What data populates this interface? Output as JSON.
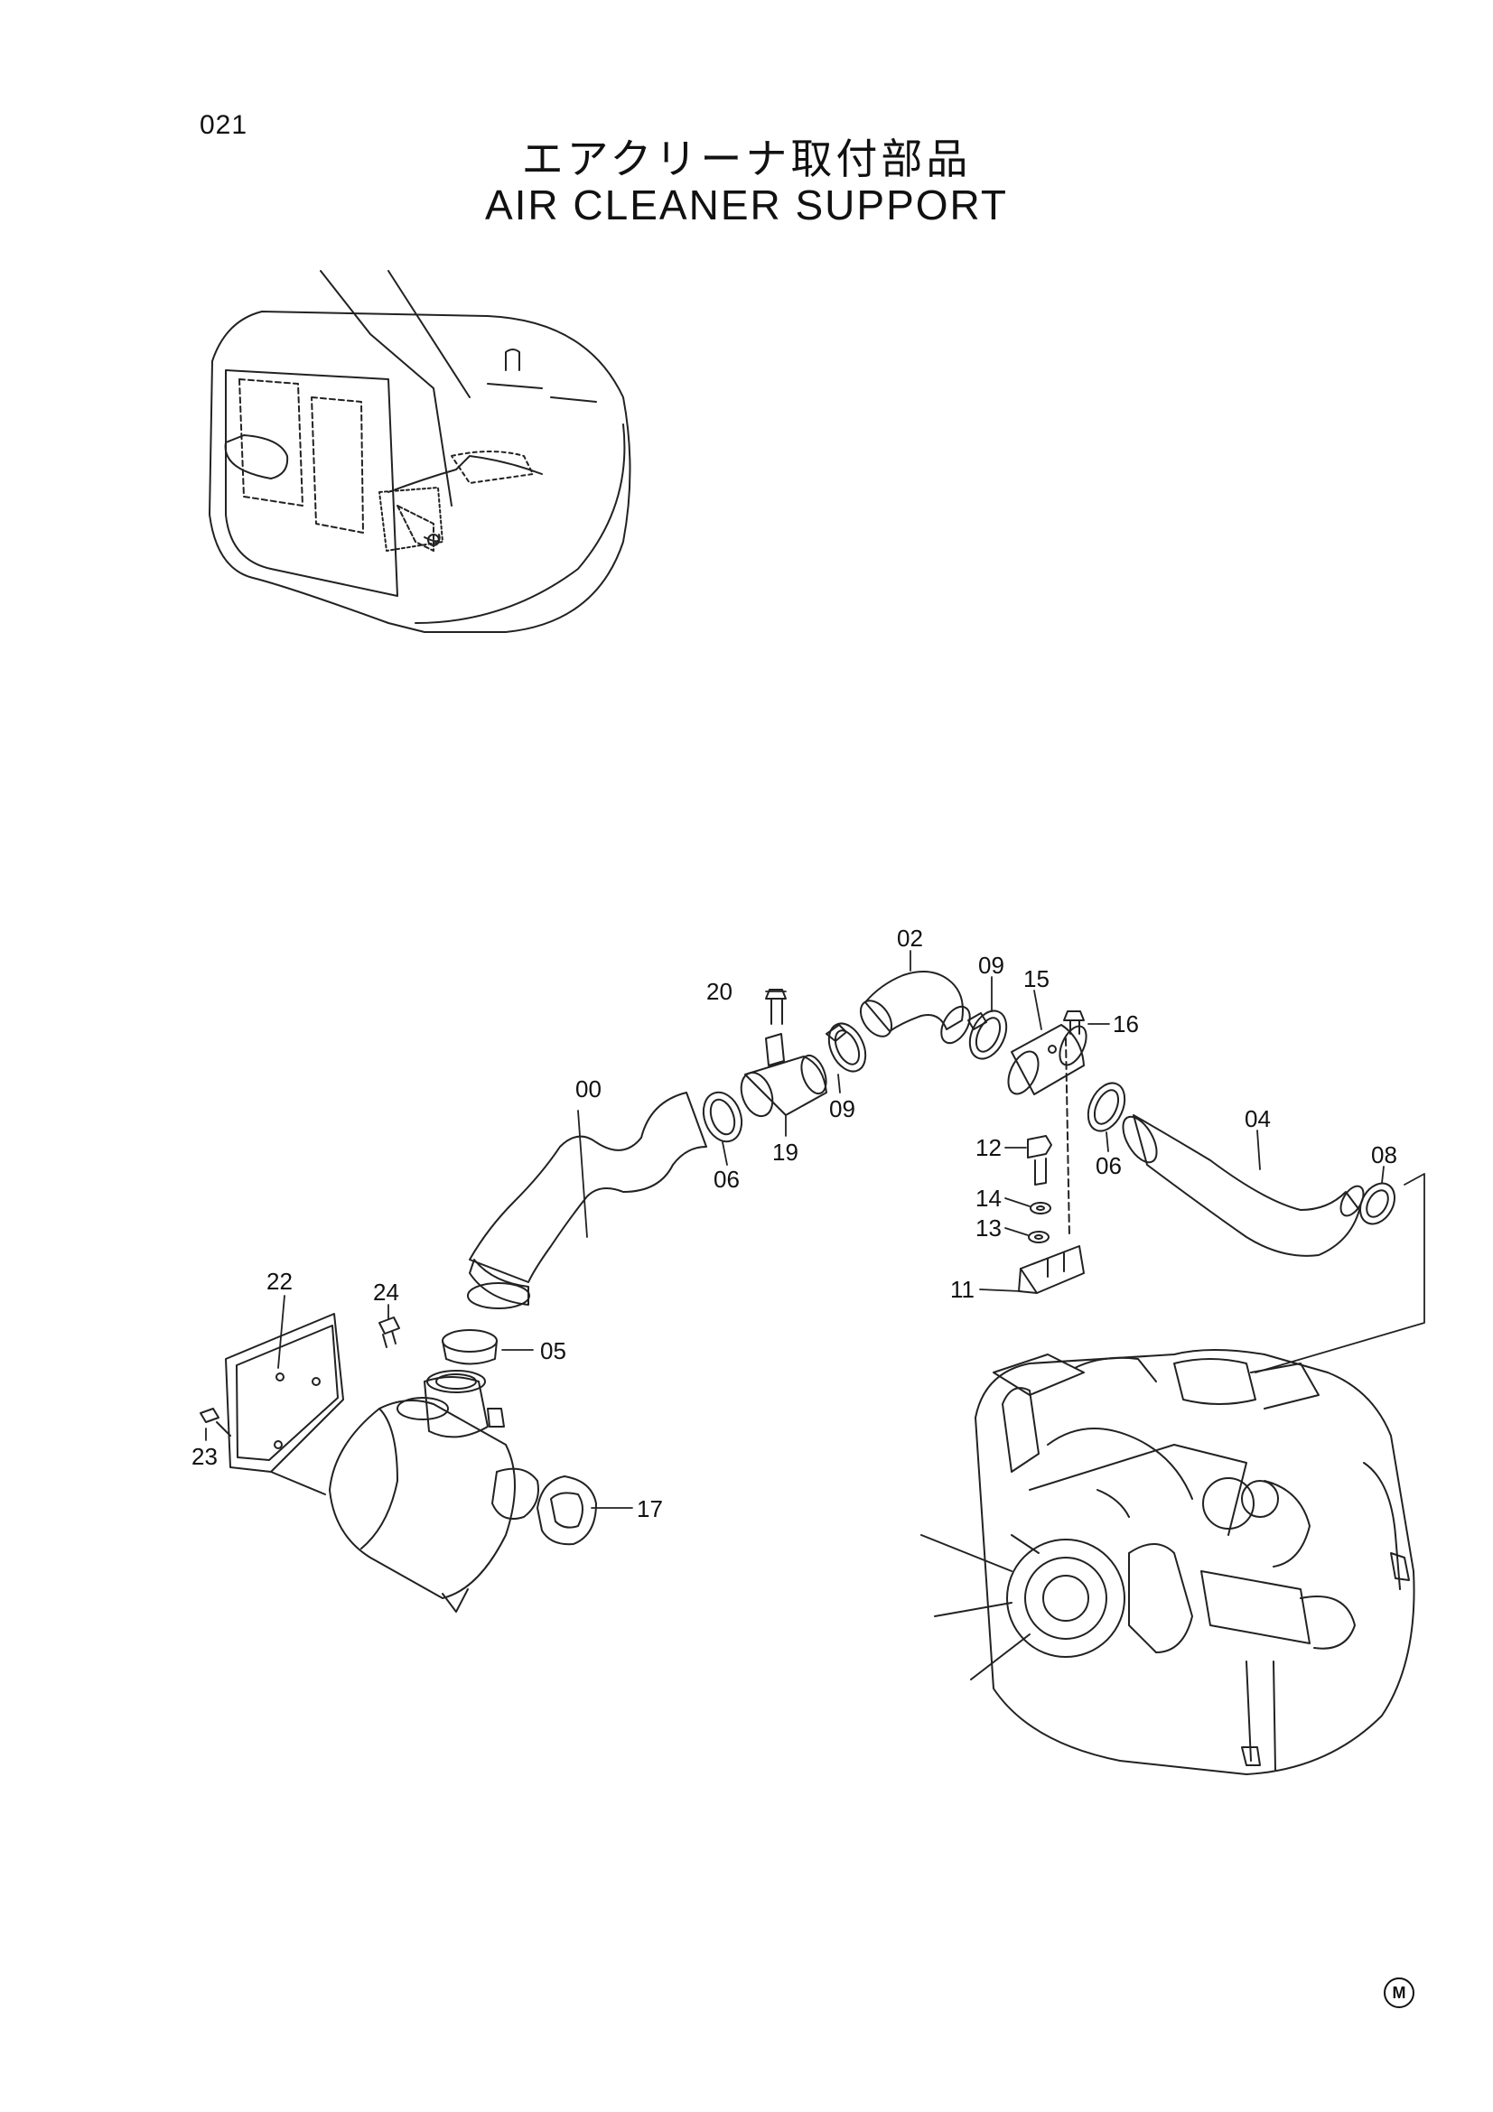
{
  "page_code": "021",
  "title_jp": "エアクリーナ取付部品",
  "title_en": "AIR CLEANER SUPPORT",
  "callouts": [
    "00",
    "02",
    "04",
    "05",
    "06",
    "06",
    "08",
    "09",
    "09",
    "11",
    "12",
    "13",
    "14",
    "15",
    "16",
    "17",
    "19",
    "20",
    "22",
    "23",
    "24"
  ],
  "corner_mark": "M"
}
